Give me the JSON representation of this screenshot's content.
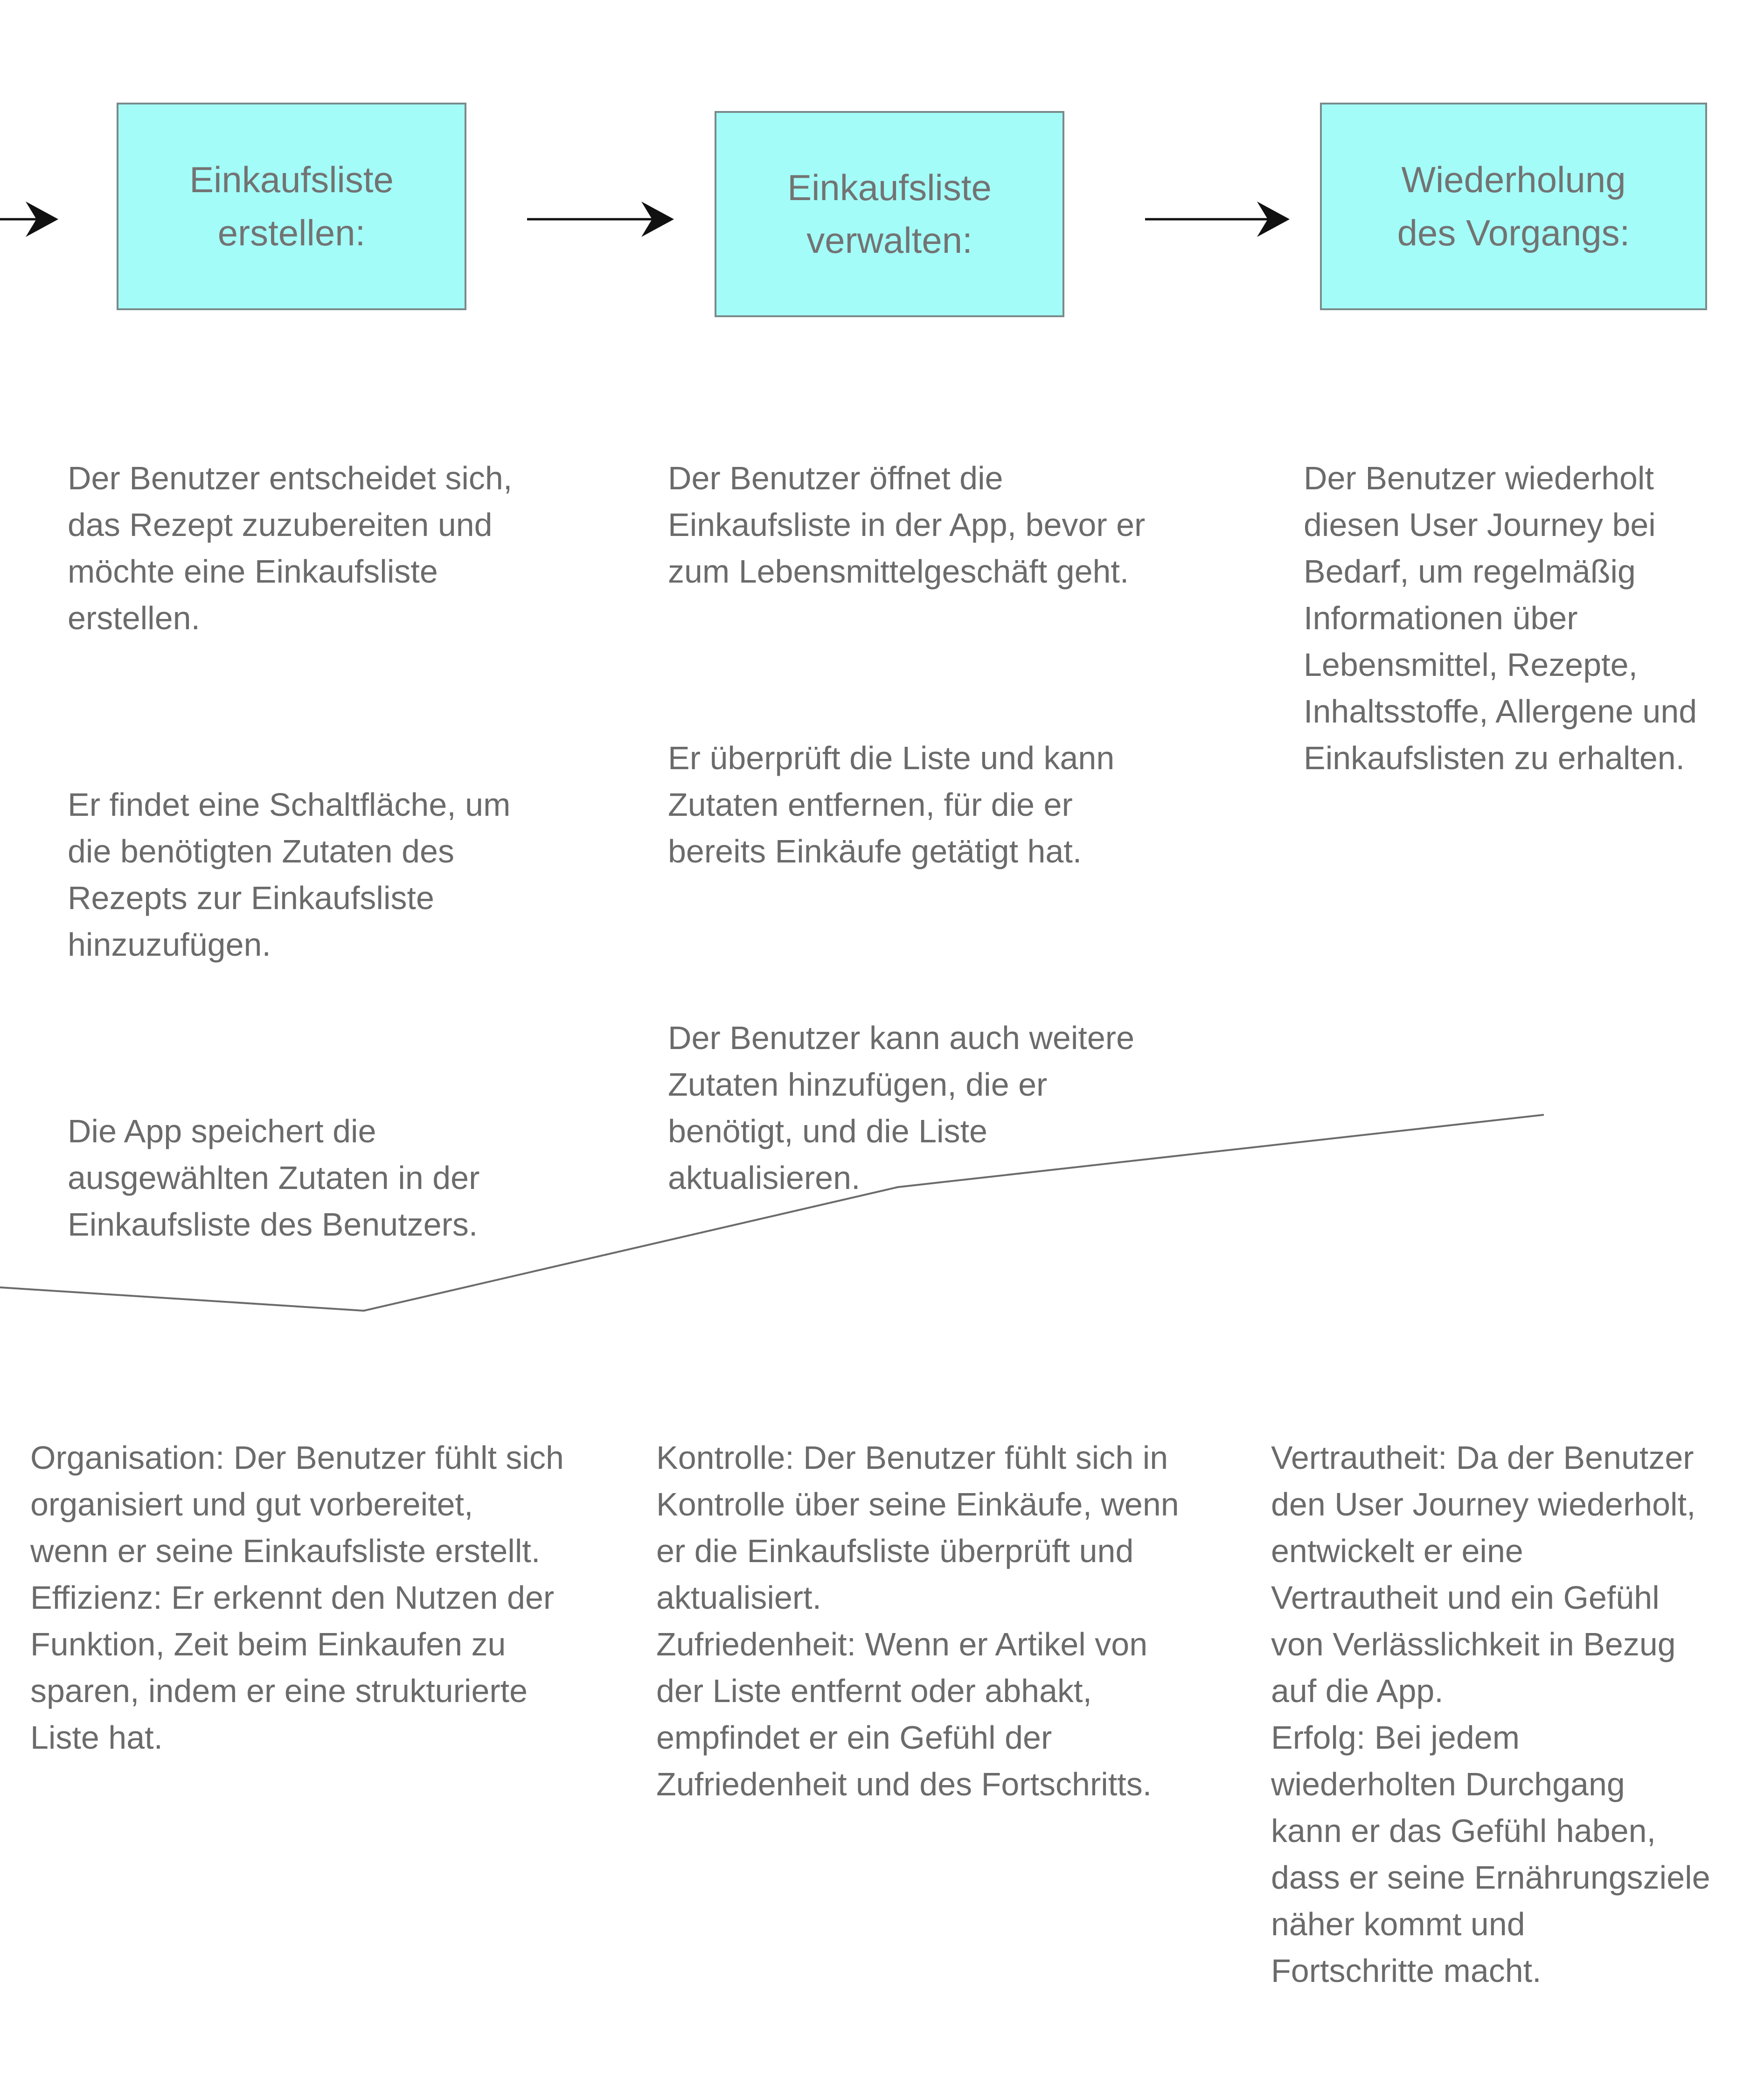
{
  "colors": {
    "box_fill": "#a3fcf8",
    "box_border": "#7a8a8a",
    "text": "#6b6b6b",
    "arrow": "#111111",
    "line": "#6b6b6b"
  },
  "steps": [
    {
      "title": "Einkaufsliste\nerstellen:",
      "paragraphs": [
        "Der Benutzer entscheidet sich,\ndas Rezept zuzubereiten und\nmöchte eine Einkaufsliste\nerstellen.",
        "Er findet eine Schaltfläche, um\ndie benötigten Zutaten des\nRezepts zur Einkaufsliste\nhinzuzufügen.",
        "Die App speichert die\nausgewählten Zutaten in der\nEinkaufsliste des Benutzers."
      ],
      "feeling": "Organisation: Der Benutzer fühlt sich\norganisiert und gut vorbereitet,\nwenn er seine Einkaufsliste erstellt.\nEffizienz: Er erkennt den Nutzen der\nFunktion, Zeit beim Einkaufen zu\nsparen, indem er eine strukturierte\nListe hat."
    },
    {
      "title": "Einkaufsliste\nverwalten:",
      "paragraphs": [
        "Der Benutzer öffnet die\nEinkaufsliste in der App, bevor er\nzum Lebensmittelgeschäft geht.",
        "Er überprüft die Liste und kann\nZutaten entfernen, für die er\nbereits Einkäufe getätigt hat.",
        "Der Benutzer kann auch weitere\nZutaten hinzufügen, die er\nbenötigt, und die Liste\naktualisieren."
      ],
      "feeling": "Kontrolle: Der Benutzer fühlt sich in\nKontrolle über seine Einkäufe, wenn\ner die Einkaufsliste überprüft und\naktualisiert.\nZufriedenheit: Wenn er Artikel von\nder Liste entfernt oder abhakt,\nempfindet er ein Gefühl der\nZufriedenheit und des Fortschritts."
    },
    {
      "title": "Wiederholung\ndes Vorgangs:",
      "paragraphs": [
        "Der Benutzer wiederholt\ndiesen User Journey bei\nBedarf, um regelmäßig\nInformationen über\nLebensmittel, Rezepte,\nInhaltsstoffe, Allergene und\nEinkaufslisten zu erhalten."
      ],
      "feeling": "Vertrautheit: Da der Benutzer\nden User Journey wiederholt,\nentwickelt er eine\nVertrautheit und ein Gefühl\nvon Verlässlichkeit in Bezug\nauf die App.\nErfolg: Bei jedem\nwiederholten Durchgang\nkann er das Gefühl haben,\ndass er seine Ernährungsziele\nnäher kommt und\nFortschritte macht."
    }
  ]
}
